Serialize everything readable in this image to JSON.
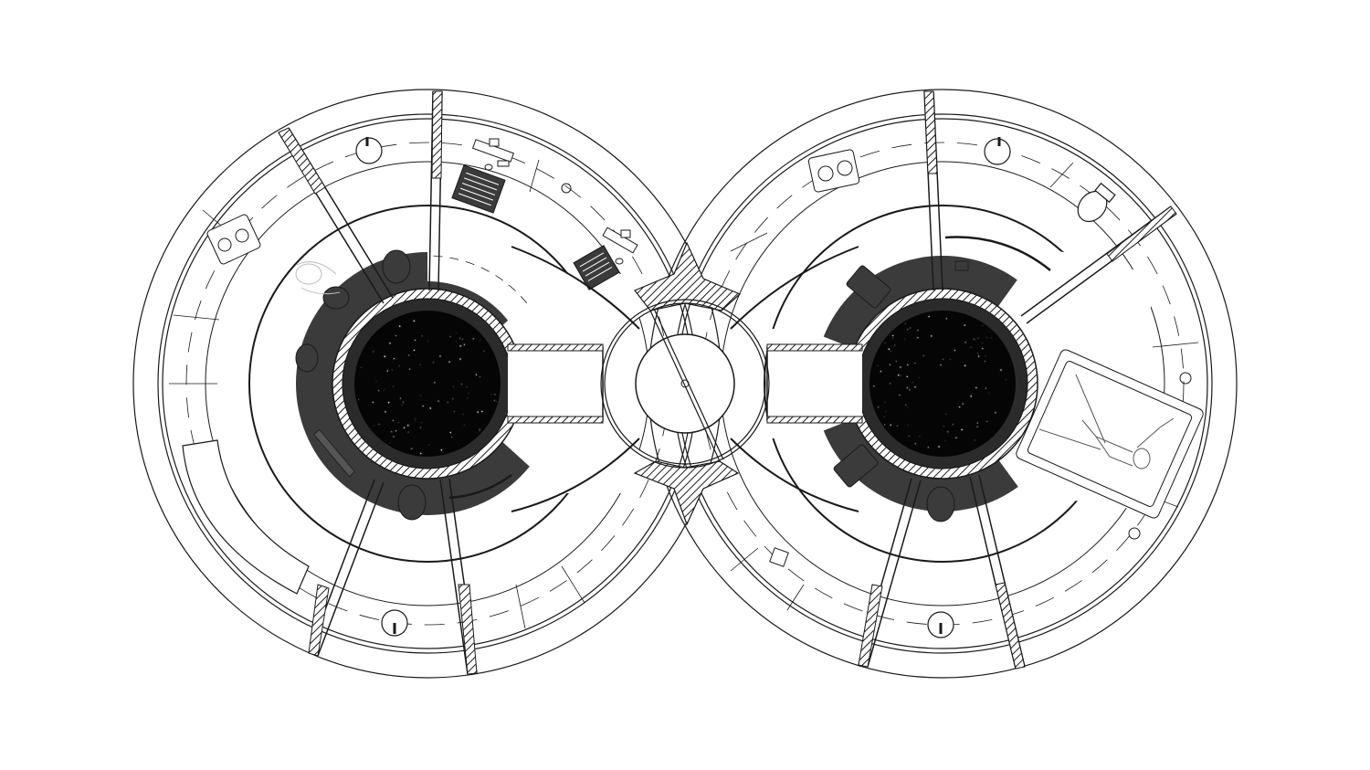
{
  "diagram": {
    "kind": "architectural-floor-plan",
    "modules": [
      {
        "name": "left-module",
        "furniture": [
          "stove-icon",
          "desk-icon",
          "laptop-icon",
          "chair-icon",
          "sink-icon",
          "bench-icon"
        ]
      },
      {
        "name": "right-module",
        "furniture": [
          "stove-icon",
          "toilet-icon",
          "sink-icon",
          "bed-icon",
          "person-icon",
          "chair-icon"
        ]
      }
    ],
    "connector": "central-hub",
    "colors": {
      "ink": "#1a1a1a",
      "fill_dark": "#3b3b3b",
      "void": "#050505",
      "star": "#dddddd",
      "paper": "#ffffff"
    }
  }
}
